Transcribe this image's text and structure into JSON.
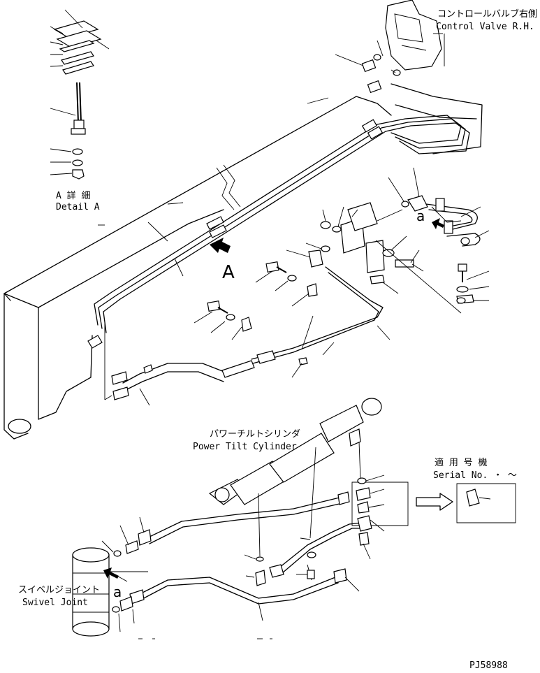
{
  "labels": {
    "control_valve_jp": "コントロールバルブ右側",
    "control_valve_en": "Control Valve R.H.",
    "detail_a_jp": "A 詳 細",
    "detail_a_en": "Detail A",
    "view_a": "A",
    "ref_a_upper": "a",
    "ref_a_lower": "a",
    "power_tilt_jp": "パワーチルトシリンダ",
    "power_tilt_en": "Power Tilt Cylinder",
    "serial_jp": "適 用 号 機",
    "serial_en": "Serial No.  ・ ～",
    "swivel_jp": "スイベルジョイント",
    "swivel_en": "Swivel Joint",
    "drawing_number": "PJ58988"
  }
}
